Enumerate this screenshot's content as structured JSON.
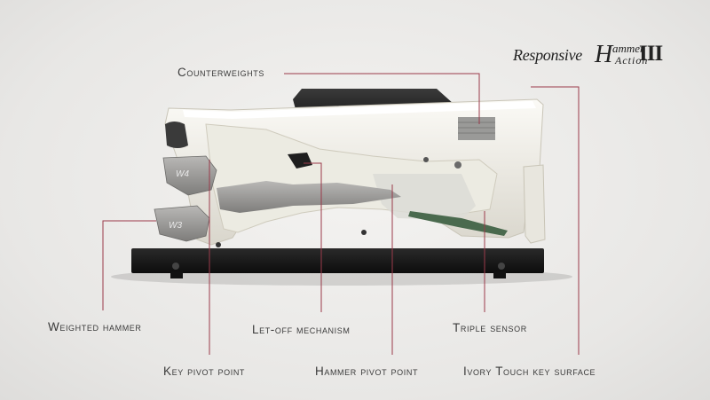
{
  "logo": {
    "responsive": "Responsive",
    "h": "H",
    "ammer": "ammer",
    "action": "Action",
    "roman": "III"
  },
  "labels": {
    "counterweights": "Counterweights",
    "weighted_hammer": "Weighted hammer",
    "let_off": "Let-off mechanism",
    "triple_sensor": "Triple sensor",
    "key_pivot": "Key pivot point",
    "hammer_pivot": "Hammer pivot point",
    "ivory_touch": "Ivory Touch key surface"
  },
  "weights": {
    "upper": "W4",
    "lower": "W3"
  },
  "colors": {
    "leader": "#9b3a4a",
    "base": "#1a1a1a",
    "key": "#f2f0ea"
  }
}
